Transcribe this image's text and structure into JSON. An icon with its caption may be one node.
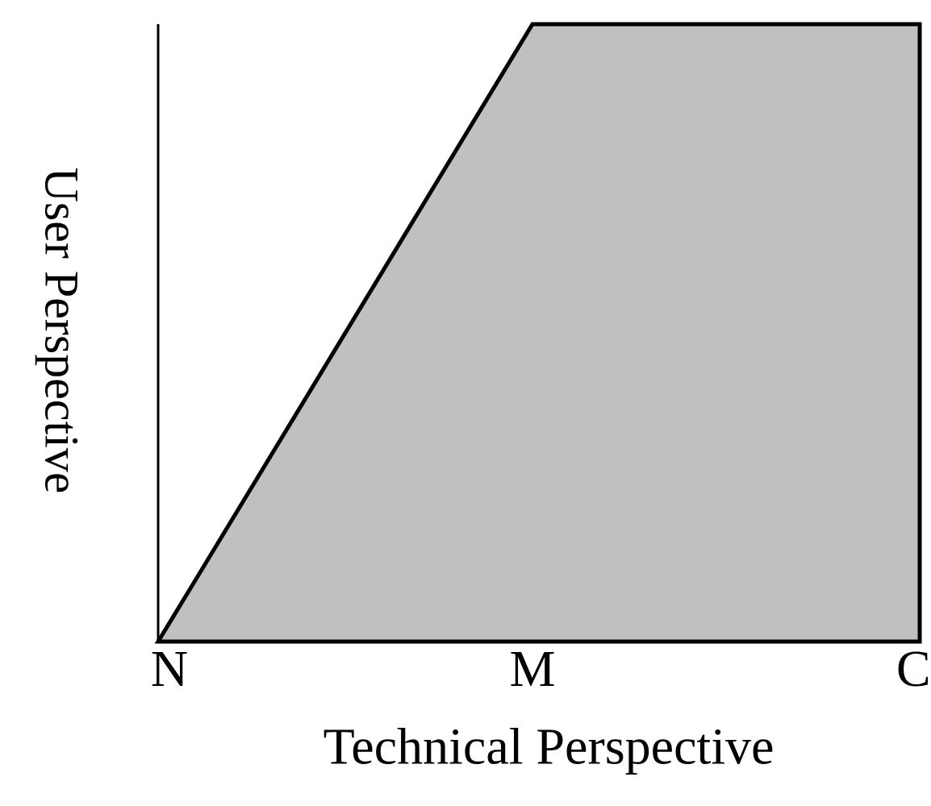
{
  "diagram": {
    "labels": [
      "User Perspective",
      "N",
      "M",
      "C",
      "Technical Perspective"
    ]
  }
}
